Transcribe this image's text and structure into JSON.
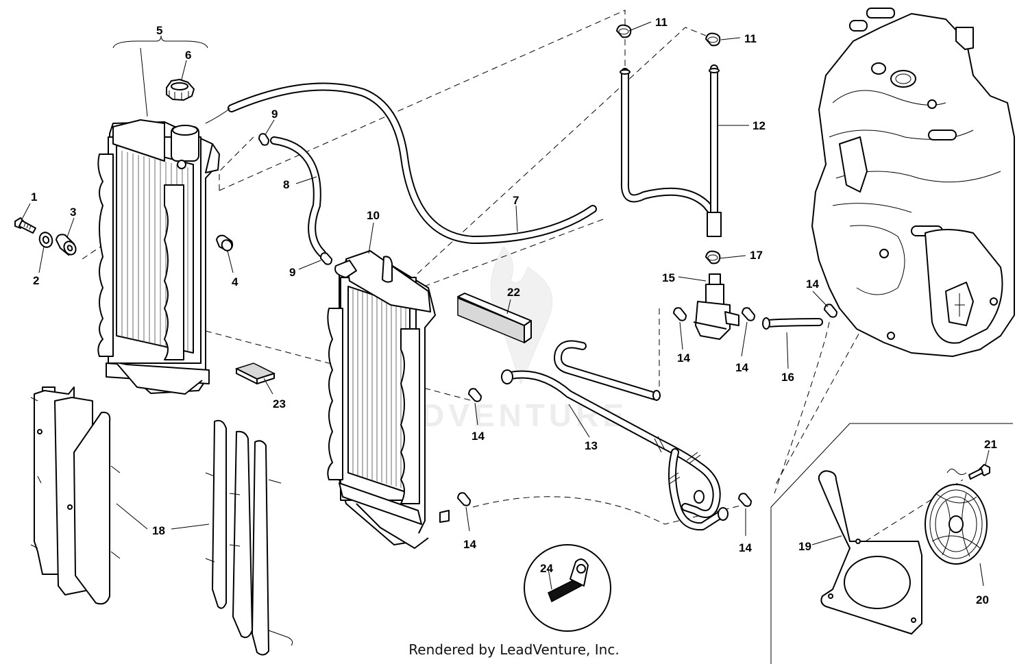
{
  "callouts": {
    "c1": "1",
    "c2": "2",
    "c3": "3",
    "c4": "4",
    "c5": "5",
    "c6": "6",
    "c7": "7",
    "c8": "8",
    "c9a": "9",
    "c9b": "9",
    "c10": "10",
    "c11a": "11",
    "c11b": "11",
    "c12": "12",
    "c13": "13",
    "c14a": "14",
    "c14b": "14",
    "c14c": "14",
    "c14d": "14",
    "c14e": "14",
    "c14f": "14",
    "c15": "15",
    "c16": "16",
    "c17": "17",
    "c18": "18",
    "c19": "19",
    "c20": "20",
    "c21": "21",
    "c22": "22",
    "c23": "23",
    "c24": "24"
  },
  "watermark": "LEADVENTURE",
  "footer": "Rendered by LeadVenture, Inc.",
  "icons": [
    "radiator-left",
    "radiator-right",
    "radiator-cap",
    "engine",
    "fan",
    "bracket",
    "hose-clamp",
    "louver-guard"
  ]
}
